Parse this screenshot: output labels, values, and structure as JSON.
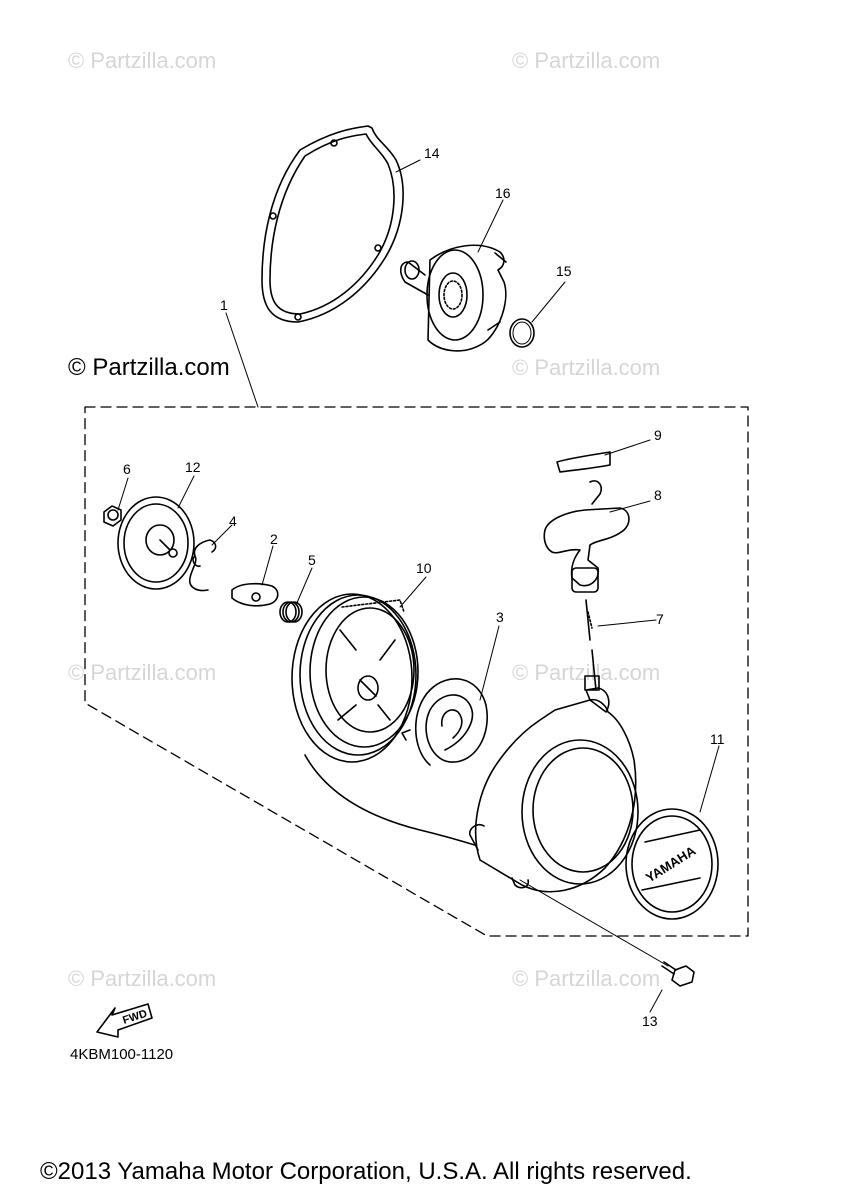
{
  "watermarks": {
    "main": "© Partzilla.com",
    "faint": "© Partzilla.com"
  },
  "callouts": {
    "c1": "1",
    "c2": "2",
    "c3": "3",
    "c4": "4",
    "c5": "5",
    "c6": "6",
    "c7": "7",
    "c8": "8",
    "c9": "9",
    "c10": "10",
    "c11": "11",
    "c12": "12",
    "c13": "13",
    "c14": "14",
    "c15": "15",
    "c16": "16"
  },
  "fwd_label": "FWD",
  "brand_text": "YAMAHA",
  "diagram_code": "4KBM100-1120",
  "copyright": "©2013 Yamaha Motor Corporation, U.S.A. All rights reserved."
}
